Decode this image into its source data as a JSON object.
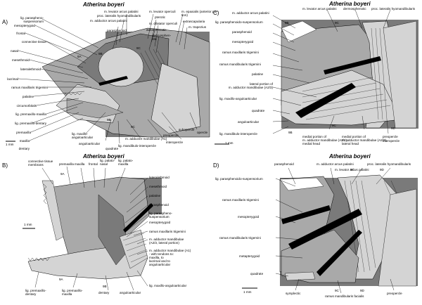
{
  "panels": {
    "a": {
      "letter": "A)",
      "title": "Atherina boyeri",
      "scale": "1 mm",
      "labels": {
        "lig_paraspheno_suspensorium": "lig. paraspheno-\nsuspensorium",
        "mesopterygoid": "mesopterygoid",
        "frontal": "frontal",
        "connective_tissue": "connective tissue",
        "nasal": "nasal",
        "mesethmoid": "mesethmoid",
        "lateralethmoid": "lateralethmoid",
        "lacrimal": "lacrimal",
        "ramus_maxillaris": "ramus maxillaris trigemini",
        "palatine": "palatine",
        "circumorbitals": "circumorbitals",
        "lig_premaxillo_maxilla": "lig. premaxillo-maxilla",
        "lig_premaxillo_dentary": "lig. premaxillo-dentary",
        "premaxilla": "premaxilla",
        "maxilla": "maxilla",
        "dentary": "dentary",
        "m_levator_arcus_palatini": "m. levator arcus palatini",
        "proc_lateralis": "proc. lateralis hyomandibularis",
        "m_adductor_arcus_palatini": "m. adductor arcus palatini",
        "parasphenoid": "parasphenoid",
        "m_levator_operculi": "m. levator operculi",
        "pterotic": "pterotic",
        "m_dilatator_operculi": "m. dilatator operculi",
        "autosphenotic": "autosphenotic",
        "dermosphenotic": "dermosphen-\notic",
        "m_epaxialis": "m. epaxialis (anterior por-\ntion)",
        "extrascapularia": "extrascapularia",
        "m_trapezius": "m. trapezius",
        "n9a": "9A",
        "n9b_top": "9B",
        "n9c_top": "9C",
        "n9b_low": "9B",
        "n9c_low": "9C",
        "lig_maxillo_angular": "lig. maxillo-\nanguloarticular",
        "anguloarticular": "anguloarticular",
        "quadrate": "quadrate",
        "lig_mandibulo_interopercle": "lig. mandibulo-interopercle",
        "m_adductor_mandibulae_a1": "m. adductor mandibulae (A1)",
        "preopercle": "preopercle",
        "interopercle": "interopercle",
        "subopercle": "subopercle",
        "opercle": "opercle"
      }
    },
    "b": {
      "letter": "B)",
      "title": "Atherina boyeri",
      "scale": "1 mm",
      "labels": {
        "connective_tissue_membrans": "connective tissue\nmembrans",
        "premaxilla": "premaxilla",
        "maxilla": "maxilla",
        "frontal": "frontal",
        "lig_palato_nasal": "lig. palato-\nnasal",
        "lig_palato_maxilla": "lig. palato-\nmaxilla",
        "lateralethmoid": "lateralethmoid",
        "mesethmoid": "mesethmoid",
        "palatine": "palatine",
        "parasphenoid": "parasphenoid",
        "lig_paraspheno_suspensorium": "lig. paraspheno-\nsuspensorium",
        "mesopterygoid": "mesopterygoid",
        "ramus_maxillaris": "ramus maxillaris trigemini",
        "m_adductor_a23": "m. adductor mandibulae\n(A2/3, lateral portion)",
        "m_adductor_a1": "m. adductor mandibulae (A1)\n- with tendons to:\nmaxilla, to\nlacrimal and to\nanguloarticular",
        "lig_maxillo_anguloarticular": "lig. maxillo-anguloarticular",
        "anguloarticular": "anguloarticular",
        "dentary": "dentary",
        "lig_premaxillo_maxilla": "lig. premaxillo-\nmaxilla",
        "lig_premaxillo_dentary": "lig. premaxillo-\ndentary",
        "n9a_top": "9A",
        "n9a_low": "9A",
        "n9b": "9B"
      }
    },
    "c": {
      "letter": "C)",
      "title": "Atherina boyeri",
      "scale": "1 mm",
      "labels": {
        "m_adductor_arcus_palatini": "m. adductor arcus palatini",
        "m_levator_arcus_palatini": "m. levator arcus palatini",
        "dermosphenotic": "dermosphenotic",
        "proc_lateralis": "proc. lateralis hyomandibularis",
        "lig_paraspheno_suspensorium": "lig. parasphenoido-suspensorium",
        "parasphenoid": "parasphenoid",
        "mesopterygoid": "mesopterygoid",
        "ramus_maxillaris": "ramus maxillaris trigemini",
        "ramus_mandibularis": "ramus mandibularis trigemini",
        "palatine": "palatine",
        "lateral_portion": "lateral portion of\nm. adductor mandibulae (A2/3)",
        "lig_maxillo_angular": "lig. maxillo-anguloarticular",
        "quadrate": "quadrate",
        "anguloarticular": "anguloarticular",
        "lig_mandibulo_interopercle": "lig. mandibulo-interopercle",
        "medial_head": "medial portion of\nm. adductor mandibulae (A2/3),\nmedial head",
        "lateral_head": "medial portion of\nm. adductor mandibulae (A2/3),\nlateral head",
        "preopercle": "preopercle",
        "interopercle": "interopercle",
        "n9b_top": "9B",
        "n9c_top": "9C",
        "n9b_low": "9B",
        "n9c_low": "9C",
        "n9d": "9D"
      }
    },
    "d": {
      "letter": "D)",
      "title": "Atherina boyeri",
      "scale": "1 mm",
      "labels": {
        "parasphenoid": "parasphenoid",
        "m_adductor_arcus_palatini": "m. adductor arcus palatini",
        "m_levator_arcus_palatini": "m. levator arcus palatini",
        "proc_lateralis": "proc. lateralis hyomandibularis",
        "lig_paraspheno_suspensorium": "lig. parasphenoido-suspensorium",
        "ramus_maxillaris": "ramus maxillaris trigemini",
        "mesopterygoid": "mesopterygoid",
        "ramus_mandibularis": "ramus mandibularis trigemini",
        "metapterygoid": "metapterygoid",
        "quadrate": "quadrate",
        "symplectic": "symplectic",
        "ramus_mandibularis_facialis": "ramus mandibularis facialis",
        "preopercle": "preopercle",
        "n9c_top": "9C",
        "n9d_top": "9D",
        "n9c_low": "9C",
        "n9d_low": "9D"
      }
    }
  },
  "colors": {
    "dark_grey": "#7a7a7a",
    "mid_grey": "#a9a9a9",
    "light_grey": "#d4d4d4",
    "black": "#000000"
  }
}
